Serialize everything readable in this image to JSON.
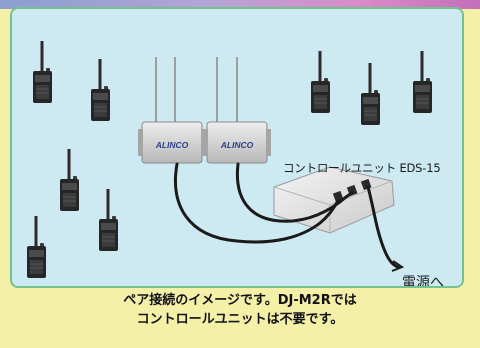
{
  "diagram": {
    "control_unit_label": "コントロールユニット EDS-15",
    "power_label": "電源へ",
    "repeater_brand": "ALINCO"
  },
  "caption": {
    "line1": "ペア接続のイメージです。DJ-M2Rでは",
    "line2": "コントロールユニットは不要です。"
  },
  "colors": {
    "background": "#f4f0a8",
    "panel_fill": "#cde9f2",
    "panel_border": "#76c28f",
    "cable": "#1a1a1a"
  }
}
